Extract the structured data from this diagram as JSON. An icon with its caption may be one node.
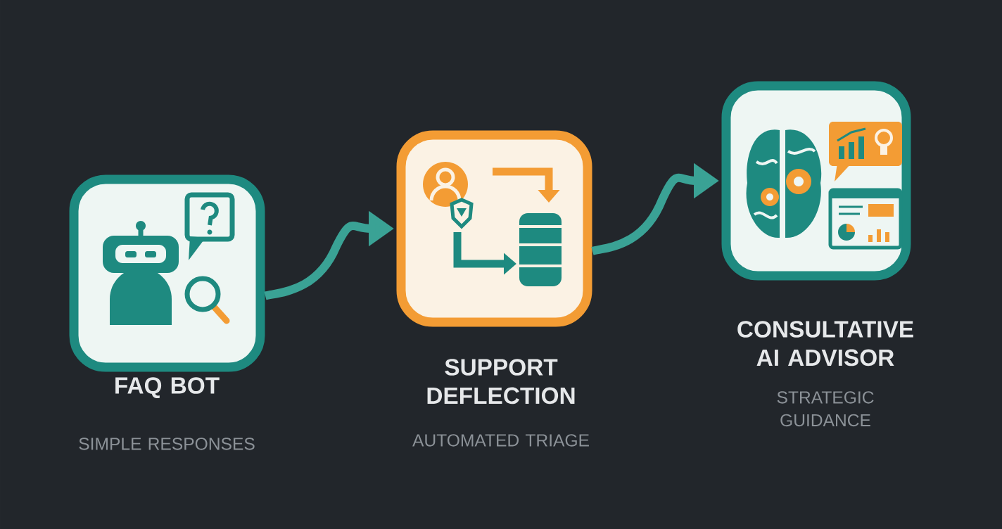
{
  "diagram": {
    "nodes": [
      {
        "text": [
          "FAQ BOT",
          "SIMPLE RESPONSES"
        ]
      },
      {
        "text": [
          "SUPPORT DEFLECTION",
          "AUTOMATED TRIAGE"
        ]
      },
      {
        "text": [
          "CONSULTATIVE AI ADVISOR",
          "STRATEGIC GUIDANCE"
        ]
      }
    ],
    "edges": [
      {
        "from": 0,
        "to": 1,
        "arrow": "to"
      },
      {
        "from": 1,
        "to": 2,
        "arrow": "to"
      }
    ]
  }
}
